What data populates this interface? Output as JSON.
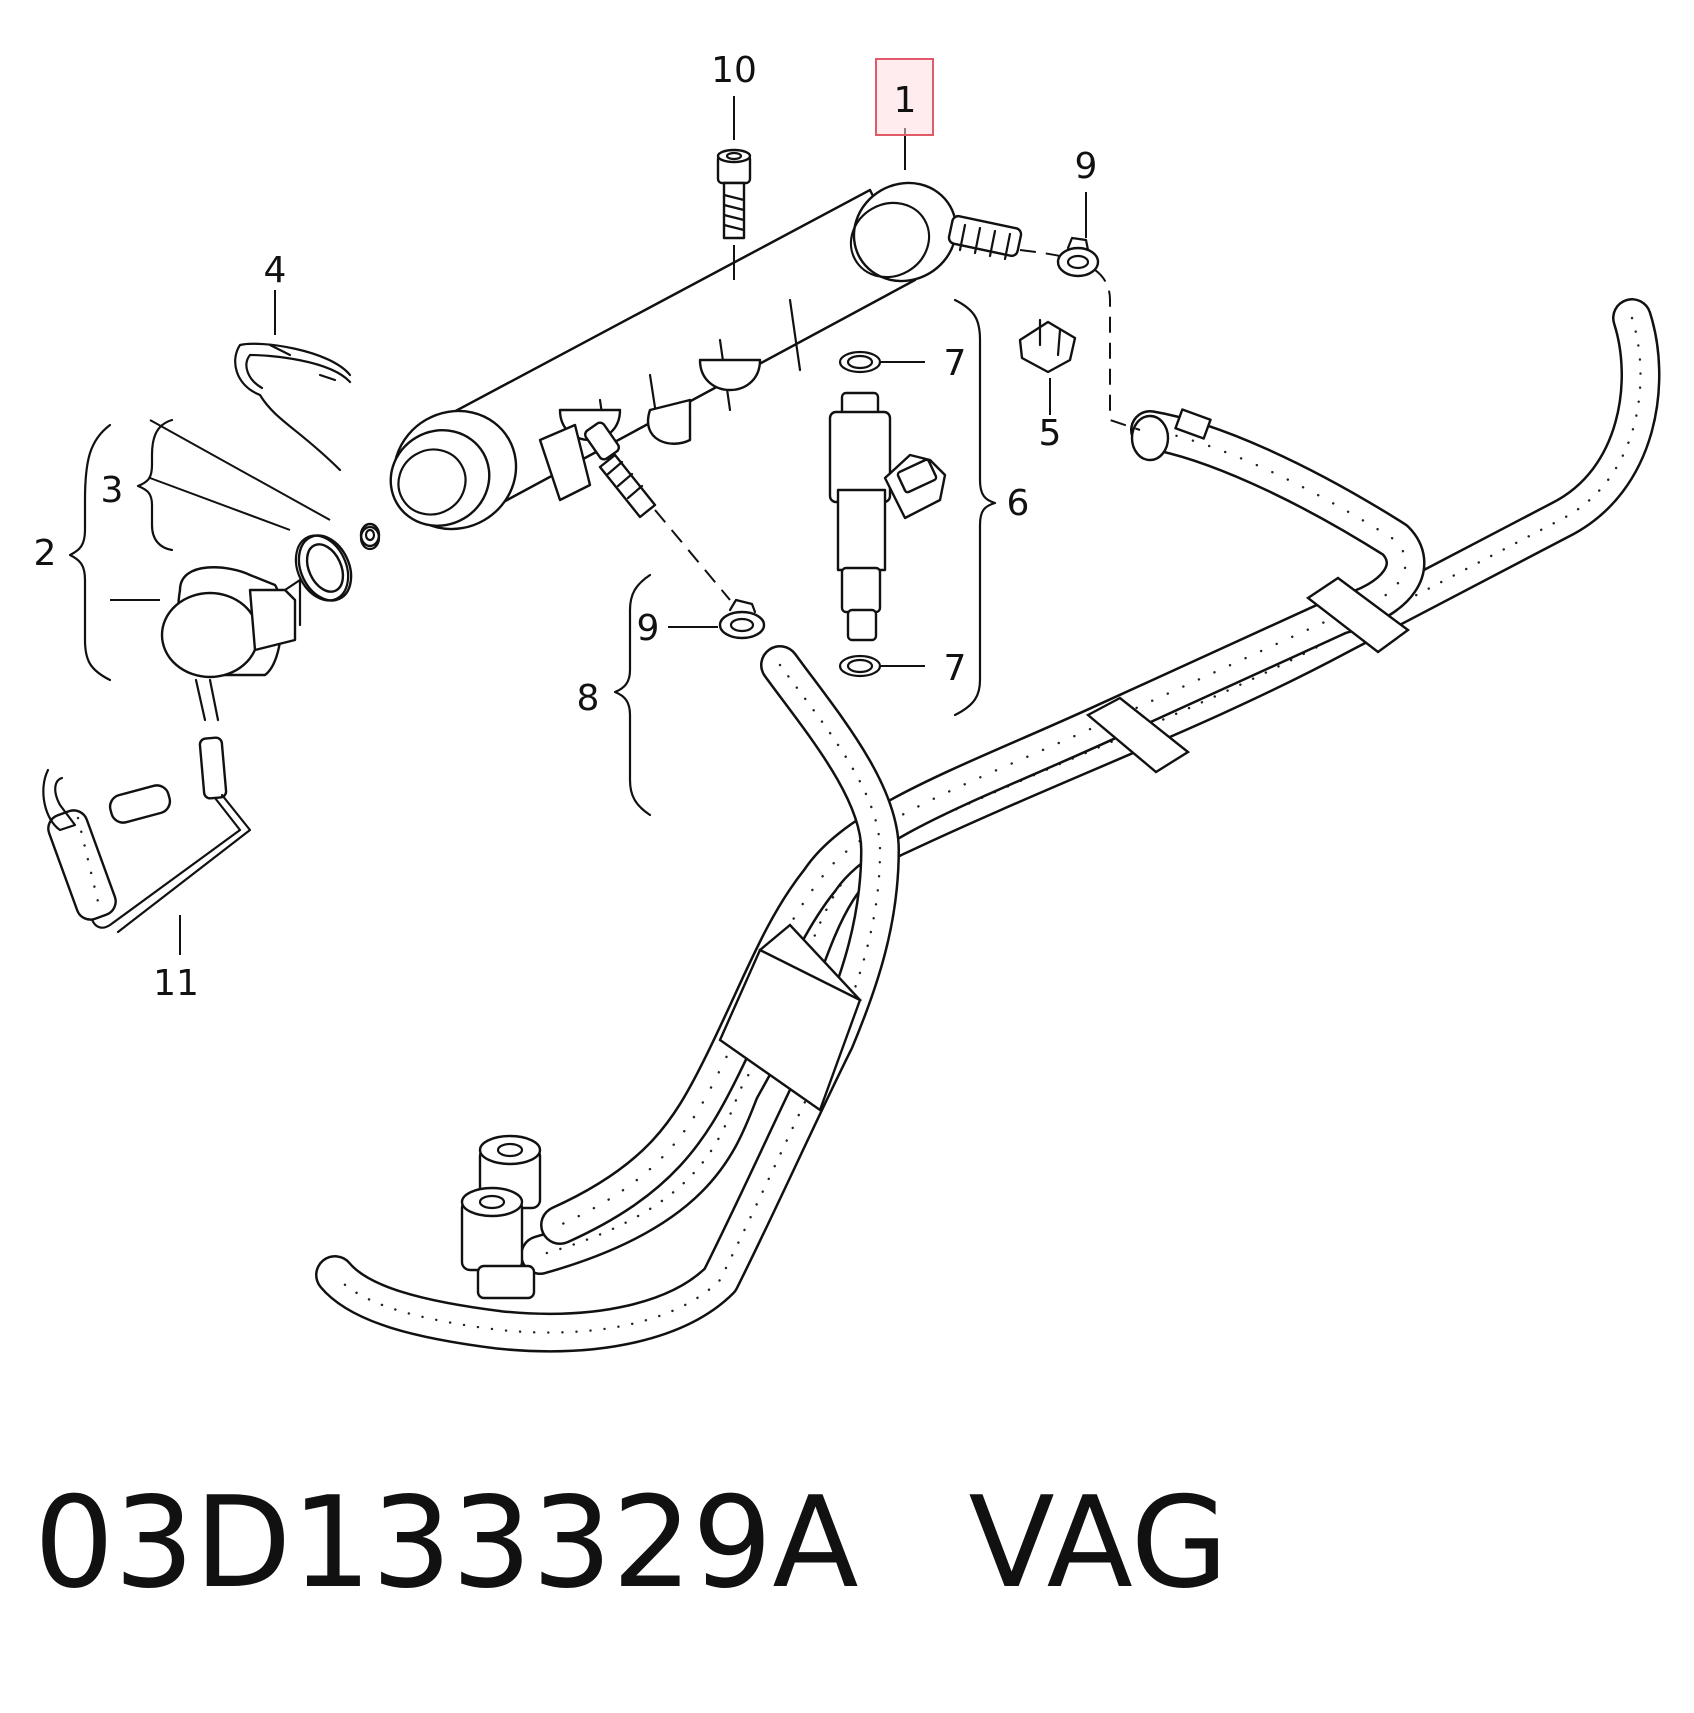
{
  "callouts": {
    "c1": "1",
    "c2": "2",
    "c3": "3",
    "c4": "4",
    "c5": "5",
    "c6": "6",
    "c7a": "7",
    "c7b": "7",
    "c8": "8",
    "c9a": "9",
    "c9b": "9",
    "c10": "10",
    "c11": "11"
  },
  "highlight_color": "#e05a6a",
  "footer": {
    "part_number": "03D133329A",
    "brand": "VAG"
  }
}
